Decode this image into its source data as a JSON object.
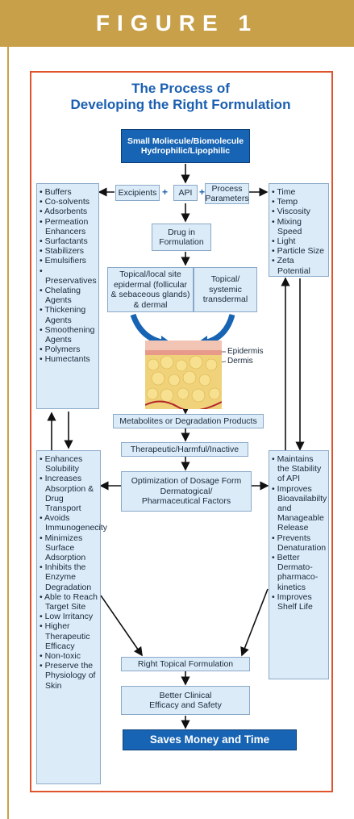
{
  "header": {
    "title": "FIGURE 1"
  },
  "diagram": {
    "title_line1": "The Process of",
    "title_line2": "Developing the Right Formulation",
    "top_line1": "Small Moliecule/Biomolecule",
    "top_line2": "Hydrophilic/Lipophilic",
    "excipients": "Excipients",
    "api": "API",
    "process_parameters": "Process Parameters",
    "plus": "+",
    "drug_in_formulation": "Drug in Formulation",
    "topical_local": "Topical/local site epidermal (follicular & sebaceous glands) & dermal",
    "topical_systemic": "Topical/ systemic transdermal",
    "epidermis": "Epidermis",
    "dermis": "Dermis",
    "metabolites": "Metabolites or Degradation Products",
    "therapeutic": "Therapeutic/Harmful/Inactive",
    "optimization_line1": "Optimization of Dosage Form",
    "optimization_line2": "Dermatogical/",
    "optimization_line3": "Pharmaceutical Factors",
    "right_formulation": "Right Topical Formulation",
    "better_clinical_line1": "Better Clinical",
    "better_clinical_line2": "Efficacy and Safety",
    "saves": "Saves Money and Time",
    "excipient_list": [
      "Buffers",
      "Co-solvents",
      "Adsorbents",
      "Permeation Enhancers",
      "Surfactants",
      "Stabilizers",
      "Emulsifiers",
      "Preservatives",
      "Chelating Agents",
      "Thickening Agents",
      "Smoothening Agents",
      "Polymers",
      "Humectants"
    ],
    "parameter_list": [
      "Time",
      "Temp",
      "Viscosity",
      "Mixing Speed",
      "Light",
      "Particle Size",
      "Zeta Potential"
    ],
    "benefits_left": [
      "Enhances Solubility",
      "Increases Absorption & Drug Transport",
      "Avoids Immunogenecity",
      "Minimizes Surface Adsorption",
      "Inhibits the Enzyme Degradation",
      "Able to Reach Target Site",
      "Low Irritancy",
      "Higher Therapeutic Efficacy",
      "Non-toxic",
      "Preserve the Physiology of Skin"
    ],
    "benefits_right": [
      "Maintains the Stability of API",
      "Improves Bioavailabilty and Manageable Release",
      "Prevents Denaturation",
      "Better Dermato-pharmaco-kinetics",
      "Improves Shelf Life"
    ]
  },
  "colors": {
    "header": "#c8a04a",
    "frame": "#e0542b",
    "title": "#1a5fb0",
    "box": "#dcebf8",
    "dark_box": "#1764b4"
  }
}
